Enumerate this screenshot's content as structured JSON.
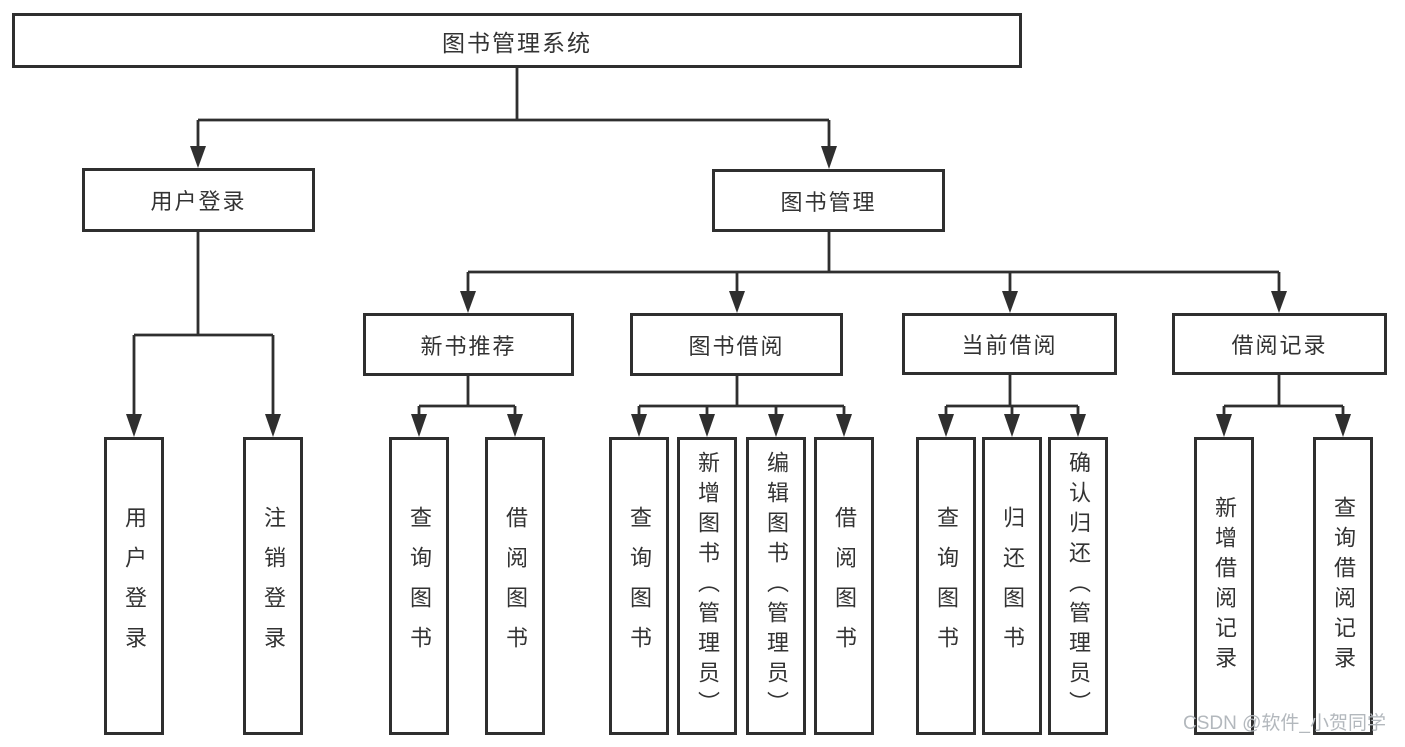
{
  "colors": {
    "line": "#2f2f2f",
    "text": "#333333",
    "box_bg": "#ffffff",
    "watermark": "#b3b8bd"
  },
  "watermark": "CSDN @软件_小贺同学",
  "tree": {
    "root": {
      "label": "图书管理系统",
      "children": [
        {
          "label": "用户登录",
          "children": [
            {
              "label": "用户登录"
            },
            {
              "label": "注销登录"
            }
          ]
        },
        {
          "label": "图书管理",
          "children": [
            {
              "label": "新书推荐",
              "children": [
                {
                  "label": "查询图书"
                },
                {
                  "label": "借阅图书"
                }
              ]
            },
            {
              "label": "图书借阅",
              "children": [
                {
                  "label": "查询图书"
                },
                {
                  "label": "新增图书（管理员）"
                },
                {
                  "label": "编辑图书（管理员）"
                },
                {
                  "label": "借阅图书"
                }
              ]
            },
            {
              "label": "当前借阅",
              "children": [
                {
                  "label": "查询图书"
                },
                {
                  "label": "归还图书"
                },
                {
                  "label": "确认归还（管理员）"
                }
              ]
            },
            {
              "label": "借阅记录",
              "children": [
                {
                  "label": "新增借阅记录"
                },
                {
                  "label": "查询借阅记录"
                }
              ]
            }
          ]
        }
      ]
    }
  }
}
